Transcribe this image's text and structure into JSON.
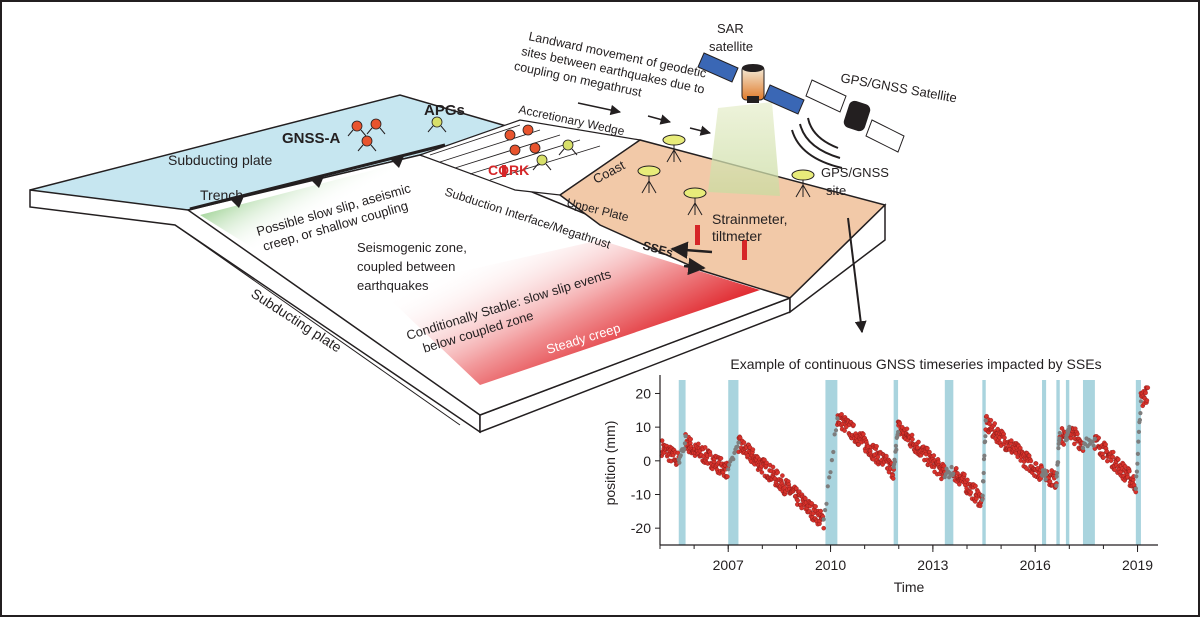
{
  "labels": {
    "subducting_plate_top": "Subducting plate",
    "subducting_plate_side": "Subducting plate",
    "trench": "Trench",
    "gnss_a": "GNSS-A",
    "apgs": "APGs",
    "cork": "CORK",
    "accretionary_wedge": "Accretionary Wedge",
    "coast": "Coast",
    "upper_plate": "Upper Plate",
    "subduction_interface": "Subduction Interface/Megathrust",
    "sses": "SSEs",
    "possible_slow_slip": [
      "Possible slow slip, aseismic",
      "creep, or shallow coupling"
    ],
    "seismogenic_zone": [
      "Seismogenic zone,",
      "coupled between",
      "earthquakes"
    ],
    "conditionally_stable": [
      "Conditionally Stable: slow slip events",
      "below coupled  zone"
    ],
    "steady_creep": "Steady creep",
    "landward_movement": [
      "Landward movement of geodetic",
      "sites between earthquakes due to",
      "coupling on megathrust"
    ],
    "sar_satellite": [
      "SAR",
      "satellite"
    ],
    "gps_gnss_satellite": "GPS/GNSS Satellite",
    "gps_gnss_site": [
      "GPS/GNSS",
      "site"
    ],
    "strainmeter": [
      "Strainmeter,",
      "tiltmeter"
    ]
  },
  "colors": {
    "ocean": "#c6e6f0",
    "land": "#f2c9a8",
    "coupled_green": "#4aa84a",
    "creep_red": "#e0282e",
    "sse_band": "#a9d4de",
    "data_red": "#d8322b",
    "data_grey": "#7d7d7d",
    "frame": "#231f20"
  },
  "chart_data": {
    "type": "scatter",
    "title": "Example of continuous GNSS timeseries impacted by SSEs",
    "xlabel": "Time",
    "ylabel": "position (mm)",
    "xlim": [
      2005.0,
      2019.6
    ],
    "ylim": [
      -25,
      24
    ],
    "xticks": [
      2007,
      2010,
      2013,
      2016,
      2019
    ],
    "yticks": [
      20,
      10,
      0,
      -10,
      -20
    ],
    "sse_windows": [
      [
        2005.55,
        2005.75
      ],
      [
        2007.0,
        2007.3
      ],
      [
        2009.85,
        2010.2
      ],
      [
        2011.85,
        2011.98
      ],
      [
        2013.35,
        2013.6
      ],
      [
        2014.45,
        2014.55
      ],
      [
        2016.2,
        2016.32
      ],
      [
        2016.62,
        2016.72
      ],
      [
        2016.9,
        2017.0
      ],
      [
        2017.4,
        2017.75
      ],
      [
        2018.95,
        2019.1
      ]
    ],
    "series": [
      {
        "segments": [
          {
            "t0": 2005.05,
            "t1": 2005.55,
            "y0": 4,
            "y1": 0
          },
          {
            "t0": 2005.75,
            "t1": 2006.1,
            "y0": 6,
            "y1": 2
          },
          {
            "t0": 2006.1,
            "t1": 2007.0,
            "y0": 3,
            "y1": -3
          },
          {
            "t0": 2007.3,
            "t1": 2009.8,
            "y0": 5,
            "y1": -18
          },
          {
            "t0": 2010.2,
            "t1": 2011.85,
            "y0": 13,
            "y1": -3
          },
          {
            "t0": 2011.98,
            "t1": 2013.35,
            "y0": 10,
            "y1": -4
          },
          {
            "t0": 2013.6,
            "t1": 2014.45,
            "y0": -3,
            "y1": -12
          },
          {
            "t0": 2014.55,
            "t1": 2016.2,
            "y0": 11,
            "y1": -4
          },
          {
            "t0": 2016.32,
            "t1": 2016.62,
            "y0": -4,
            "y1": -6
          },
          {
            "t0": 2016.72,
            "t1": 2016.9,
            "y0": 8,
            "y1": 6
          },
          {
            "t0": 2017.0,
            "t1": 2017.4,
            "y0": 9,
            "y1": 5
          },
          {
            "t0": 2017.75,
            "t1": 2018.95,
            "y0": 6,
            "y1": -7
          },
          {
            "t0": 2019.1,
            "t1": 2019.3,
            "y0": 18,
            "y1": 20
          }
        ],
        "jumps": [
          {
            "t0": 2005.55,
            "t1": 2005.75,
            "y0": 0,
            "y1": 6
          },
          {
            "t0": 2007.0,
            "t1": 2007.3,
            "y0": -3,
            "y1": 5
          },
          {
            "t0": 2009.8,
            "t1": 2010.2,
            "y0": -18,
            "y1": 13
          },
          {
            "t0": 2011.85,
            "t1": 2011.98,
            "y0": -3,
            "y1": 10
          },
          {
            "t0": 2013.35,
            "t1": 2013.6,
            "y0": -4,
            "y1": -3
          },
          {
            "t0": 2014.45,
            "t1": 2014.55,
            "y0": -12,
            "y1": 11
          },
          {
            "t0": 2016.2,
            "t1": 2016.32,
            "y0": -4,
            "y1": -4
          },
          {
            "t0": 2016.62,
            "t1": 2016.72,
            "y0": -6,
            "y1": 8
          },
          {
            "t0": 2016.9,
            "t1": 2017.0,
            "y0": 6,
            "y1": 9
          },
          {
            "t0": 2017.4,
            "t1": 2017.75,
            "y0": 5,
            "y1": 6
          },
          {
            "t0": 2018.95,
            "t1": 2019.1,
            "y0": -7,
            "y1": 18
          }
        ]
      }
    ]
  }
}
